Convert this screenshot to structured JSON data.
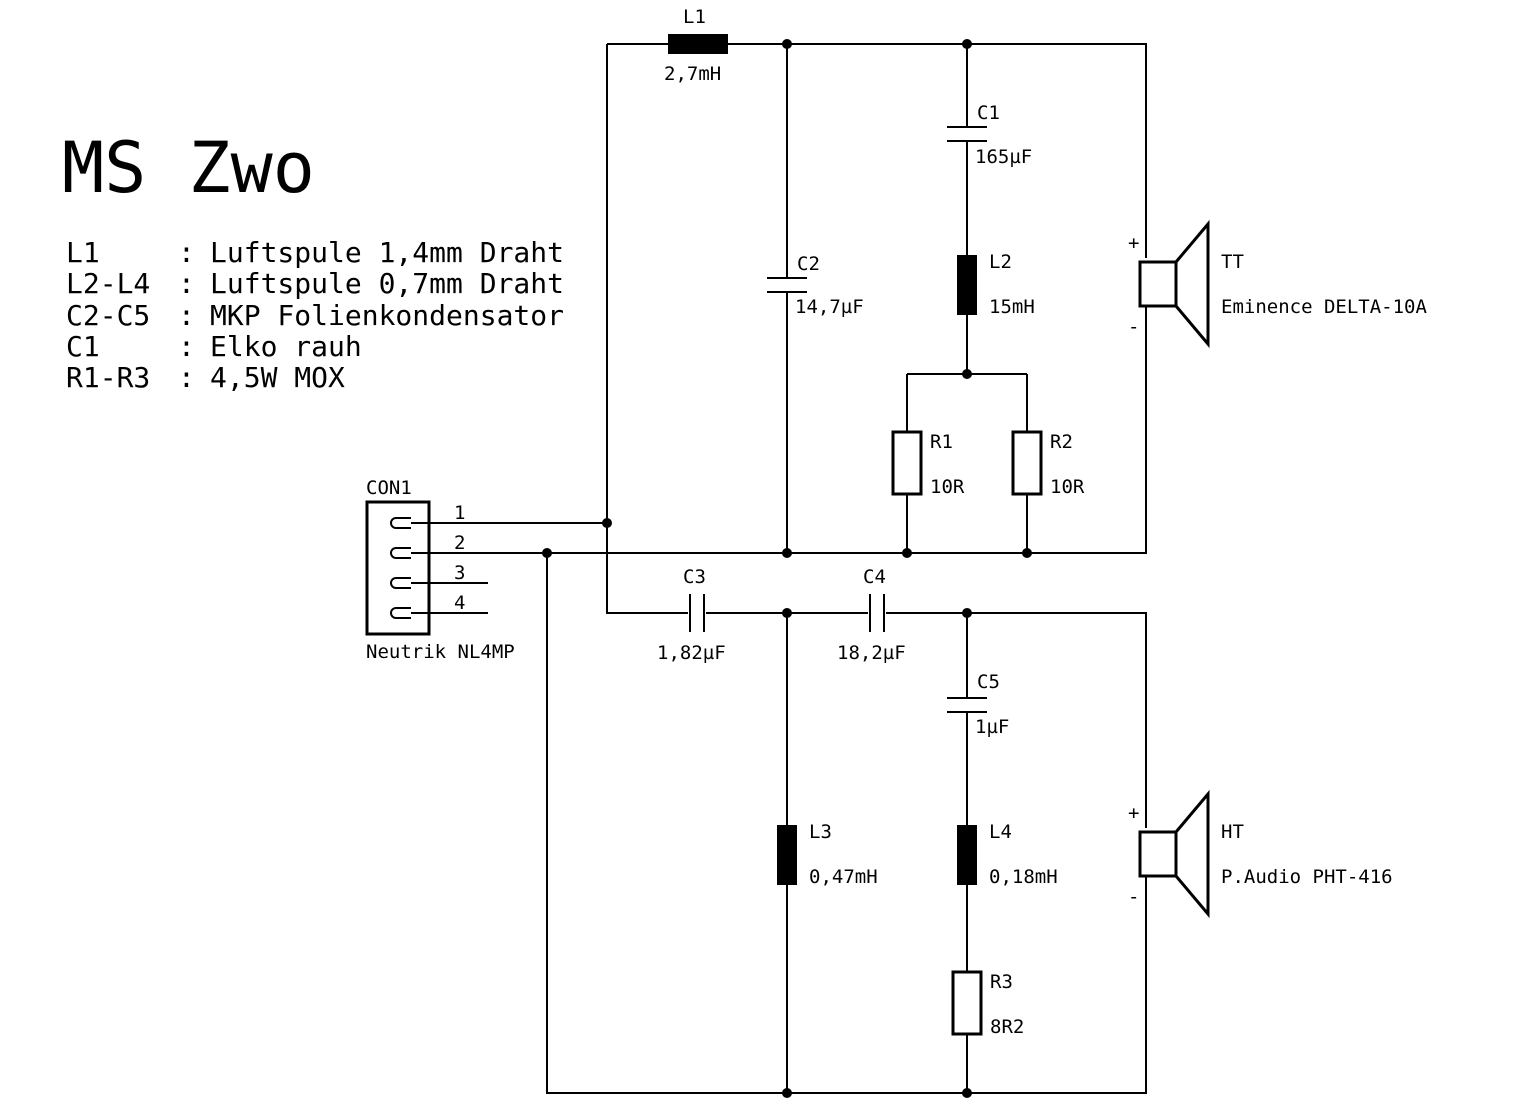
{
  "title": "MS Zwo",
  "legend": [
    {
      "ref": "L1",
      "sep": ":",
      "desc": "Luftspule 1,4mm Draht"
    },
    {
      "ref": "L2-L4",
      "sep": ":",
      "desc": "Luftspule 0,7mm Draht"
    },
    {
      "ref": "C2-C5",
      "sep": ":",
      "desc": "MKP Folienkondensator"
    },
    {
      "ref": "C1",
      "sep": ":",
      "desc": "Elko rauh"
    },
    {
      "ref": "R1-R3",
      "sep": ":",
      "desc": "4,5W MOX"
    }
  ],
  "connector": {
    "name": "CON1",
    "part": "Neutrik NL4MP",
    "pins": [
      "1",
      "2",
      "3",
      "4"
    ]
  },
  "components": {
    "L1": {
      "name": "L1",
      "value": "2,7mH"
    },
    "C1": {
      "name": "C1",
      "value": "165µF"
    },
    "C2": {
      "name": "C2",
      "value": "14,7µF"
    },
    "L2": {
      "name": "L2",
      "value": "15mH"
    },
    "R1": {
      "name": "R1",
      "value": "10R"
    },
    "R2": {
      "name": "R2",
      "value": "10R"
    },
    "C3": {
      "name": "C3",
      "value": "1,82µF"
    },
    "C4": {
      "name": "C4",
      "value": "18,2µF"
    },
    "C5": {
      "name": "C5",
      "value": "1µF"
    },
    "L3": {
      "name": "L3",
      "value": "0,47mH"
    },
    "L4": {
      "name": "L4",
      "value": "0,18mH"
    },
    "R3": {
      "name": "R3",
      "value": "8R2"
    }
  },
  "speakers": {
    "woofer": {
      "name": "TT",
      "model": "Eminence DELTA-10A",
      "plus": "+",
      "minus": "-"
    },
    "tweeter": {
      "name": "HT",
      "model": "P.Audio PHT-416",
      "plus": "+",
      "minus": "-"
    }
  }
}
